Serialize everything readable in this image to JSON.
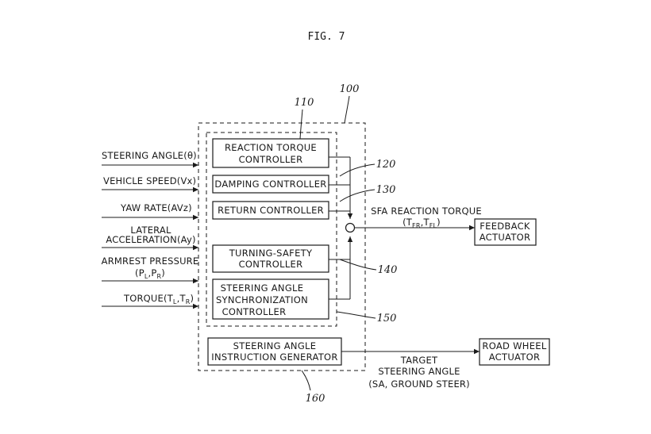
{
  "figure_title": "FIG. 7",
  "refs": {
    "r100": "100",
    "r110": "110",
    "r120": "120",
    "r130": "130",
    "r140": "140",
    "r150": "150",
    "r160": "160"
  },
  "inputs": {
    "steering_angle": "STEERING ANGLE(θ)",
    "vehicle_speed": "VEHICLE SPEED(Vx)",
    "yaw_rate": "YAW RATE(AVz)",
    "lateral_line1": "LATERAL",
    "lateral_line2": "ACCELERATION(Ay)",
    "armrest_line1": "ARMREST PRESSURE",
    "armrest_open": "(P",
    "armrest_sub1": "L",
    "armrest_mid": ",P",
    "armrest_sub2": "R",
    "armrest_close": ")",
    "torque_open": "TORQUE(T",
    "torque_sub1": "L",
    "torque_mid": ",T",
    "torque_sub2": "R",
    "torque_close": ")"
  },
  "blocks": {
    "reaction_line1": "REACTION TORQUE",
    "reaction_line2": "CONTROLLER",
    "damping": "DAMPING CONTROLLER",
    "return": "RETURN CONTROLLER",
    "turning_line1": "TURNING-SAFETY",
    "turning_line2": "CONTROLLER",
    "sync_line1": "STEERING ANGLE",
    "sync_line2": "SYNCHRONIZATION",
    "sync_line3": "CONTROLLER",
    "instr_line1": "STEERING ANGLE",
    "instr_line2": "INSTRUCTION GENERATOR"
  },
  "outputs": {
    "sfa_label": "SFA REACTION TORQUE",
    "sfa_open": "(T",
    "sfa_sub1": "FR",
    "sfa_mid": ",T",
    "sfa_sub2": "FL",
    "sfa_close": ")",
    "feedback_line1": "FEEDBACK",
    "feedback_line2": "ACTUATOR",
    "target_line1": "TARGET",
    "target_line2": "STEERING ANGLE",
    "target_line3": "(SA, GROUND STEER)",
    "road_line1": "ROAD WHEEL",
    "road_line2": "ACTUATOR"
  }
}
